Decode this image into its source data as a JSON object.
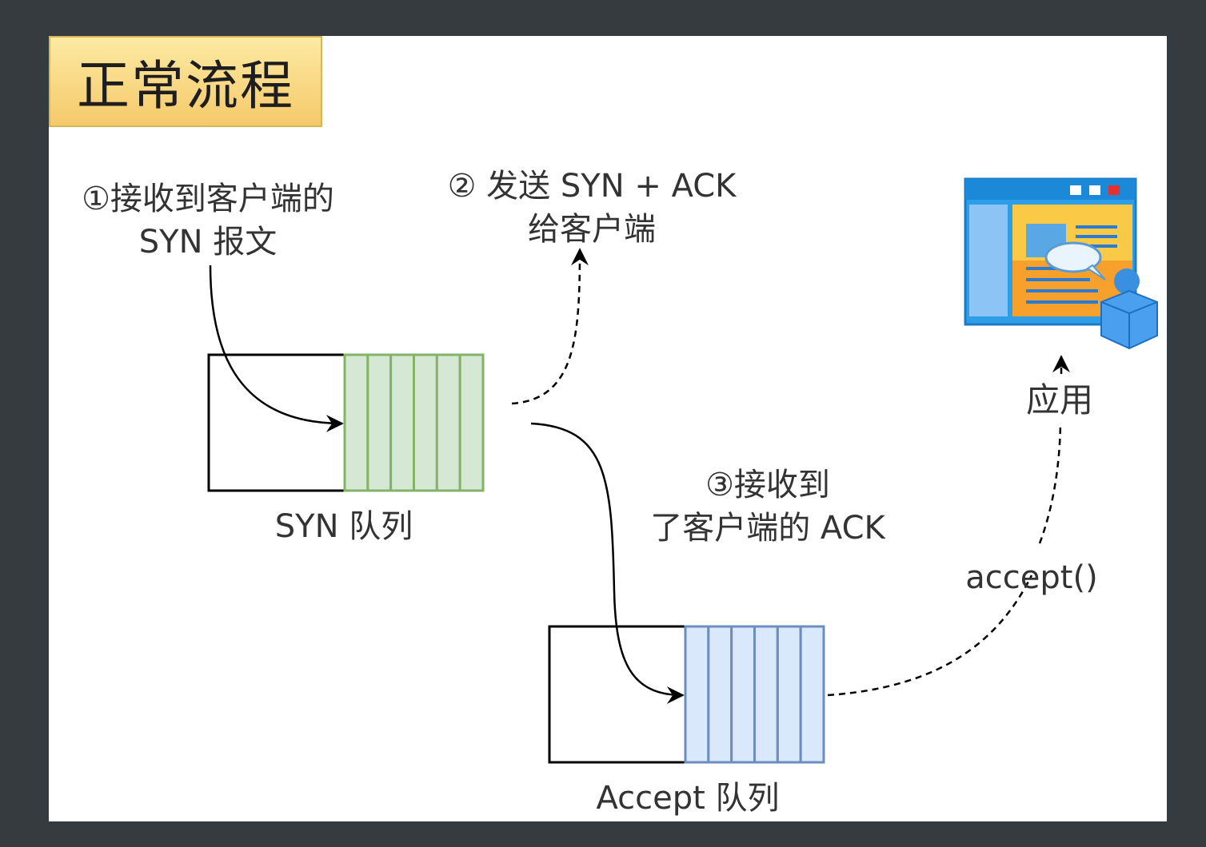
{
  "title": "正常流程",
  "steps": {
    "step1": [
      "①接收到客户端的",
      "SYN 报文"
    ],
    "step2": [
      "② 发送 SYN + ACK",
      "给客户端"
    ],
    "step3": [
      "③接收到",
      "了客户端的 ACK"
    ]
  },
  "queues": {
    "syn": {
      "label": "SYN 队列",
      "slots": 6,
      "fill": "#d5e8d4",
      "stroke": "#82b366"
    },
    "accept": {
      "label": "Accept 队列",
      "slots": 6,
      "fill": "#dae8fc",
      "stroke": "#6c8ebf"
    }
  },
  "app": {
    "label": "应用",
    "icon": "application-window-icon"
  },
  "accept_call": "accept()"
}
